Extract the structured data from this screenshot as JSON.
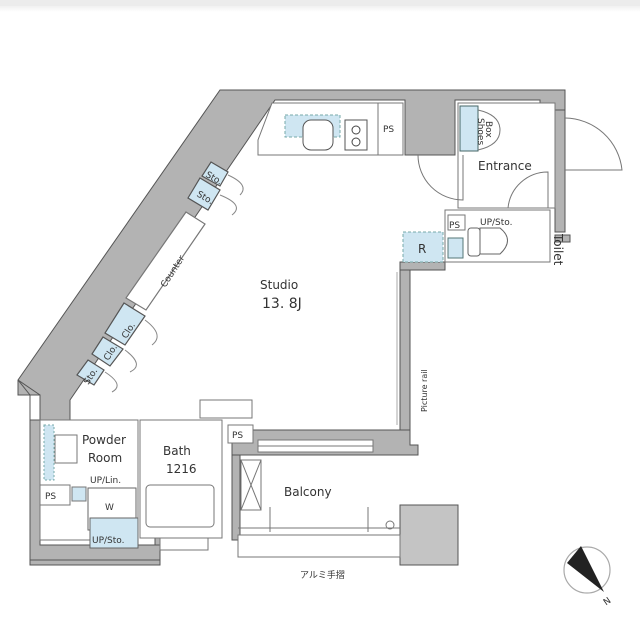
{
  "plan": {
    "studio": {
      "label": "Studio",
      "area": "13. 8J"
    },
    "entrance": "Entrance",
    "shoes_box": [
      "Shoes",
      "Box"
    ],
    "toilet": "Toilet",
    "toilet_storage": "UP/Sto.",
    "ps": "PS",
    "refrigerator": "R",
    "counter": "Counter",
    "storage": "Sto.",
    "closet": "Clo.",
    "picture_rail": "Picture rail",
    "powder_room": [
      "Powder",
      "Room"
    ],
    "powder_linen": "UP/Lin.",
    "washer": "W",
    "powder_storage": "UP/Sto.",
    "bath": [
      "Bath",
      "1216"
    ],
    "balcony": "Balcony",
    "railing_note": "アルミ手摺",
    "compass_label": "N"
  },
  "colors": {
    "wall": "#b3b3b3",
    "wall_stroke": "#555555",
    "storage_fill": "#cfe6f2",
    "line": "#666666"
  }
}
